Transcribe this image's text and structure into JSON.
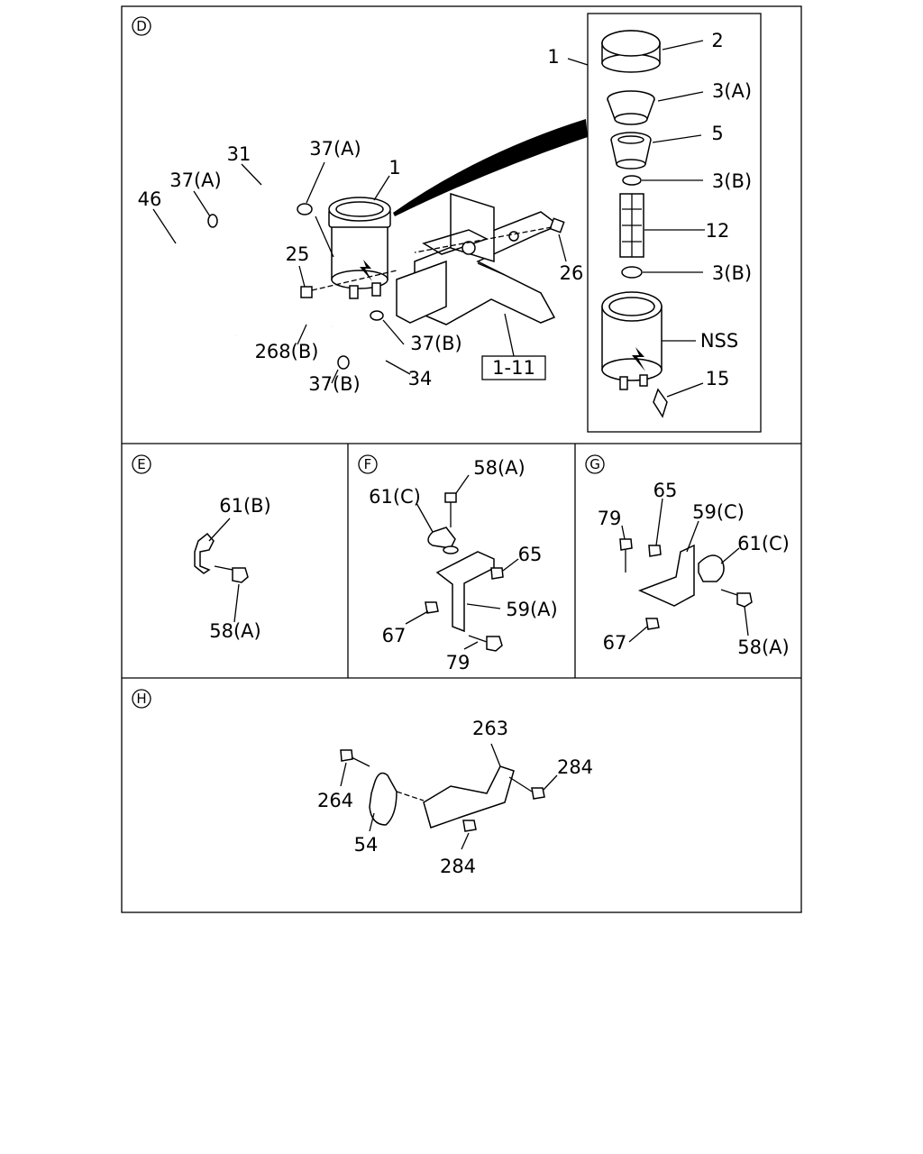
{
  "sections": {
    "D": {
      "marker": "D",
      "labels": {
        "p31": "31",
        "p37a_top": "37(A)",
        "p37a_left": "37(A)",
        "p46": "46",
        "p1_main": "1",
        "p25": "25",
        "p26": "26",
        "p268b": "268(B)",
        "p37b_bottom": "37(B)",
        "p37b_right": "37(B)",
        "p34": "34",
        "p1_11": "1-11",
        "inset_1": "1",
        "inset_2": "2",
        "inset_3a": "3(A)",
        "inset_5": "5",
        "inset_3b_top": "3(B)",
        "inset_12": "12",
        "inset_3b_bottom": "3(B)",
        "inset_nss": "NSS",
        "inset_15": "15"
      }
    },
    "E": {
      "marker": "E",
      "labels": {
        "p61b": "61(B)",
        "p58a": "58(A)"
      }
    },
    "F": {
      "marker": "F",
      "labels": {
        "p58a": "58(A)",
        "p61c": "61(C)",
        "p65": "65",
        "p59a": "59(A)",
        "p67": "67",
        "p79": "79"
      }
    },
    "G": {
      "marker": "G",
      "labels": {
        "p65": "65",
        "p79": "79",
        "p59c": "59(C)",
        "p61c": "61(C)",
        "p67": "67",
        "p58a": "58(A)"
      }
    },
    "H": {
      "marker": "H",
      "labels": {
        "p263": "263",
        "p284_right": "284",
        "p264": "264",
        "p54": "54",
        "p284_bottom": "284"
      }
    }
  }
}
